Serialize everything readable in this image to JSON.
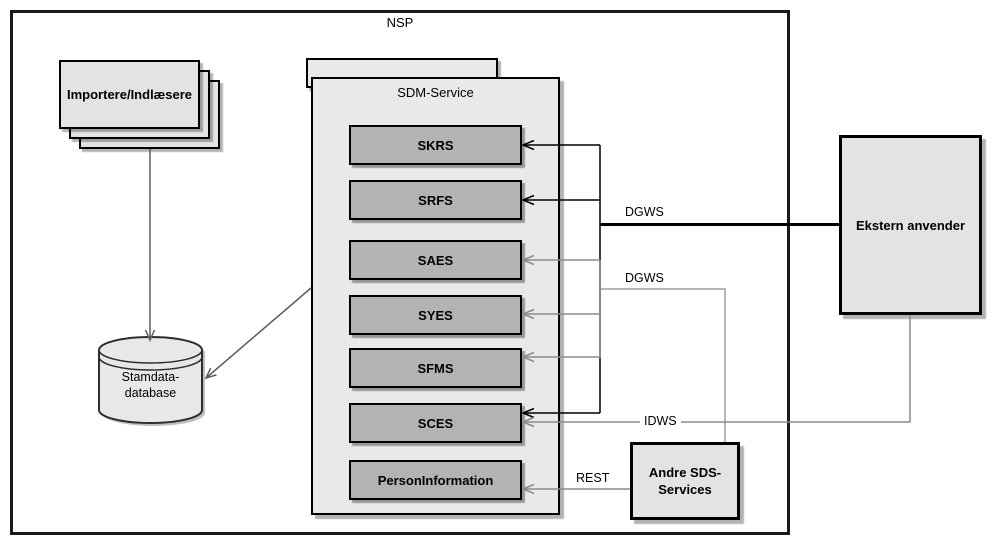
{
  "diagram": {
    "outer": {
      "label": "NSP"
    },
    "importers": {
      "label": "Importere/Indlæsere"
    },
    "database": {
      "line1": "Stamdata-",
      "line2": "database"
    },
    "sdm": {
      "label": "SDM-Service",
      "services": [
        {
          "label": "SKRS"
        },
        {
          "label": "SRFS"
        },
        {
          "label": "SAES"
        },
        {
          "label": "SYES"
        },
        {
          "label": "SFMS"
        },
        {
          "label": "SCES"
        },
        {
          "label": "PersonInformation"
        }
      ]
    },
    "external": {
      "label": "Ekstern anvender"
    },
    "other_services": {
      "line1": "Andre SDS-",
      "line2": "Services"
    },
    "edges": {
      "dgws_external": "DGWS",
      "dgws_other": "DGWS",
      "idws": "IDWS",
      "rest": "REST"
    },
    "colors": {
      "service_fill": "#b3b3b3",
      "container_fill": "#e9e9e9",
      "box_fill": "#e3e3e3",
      "line_black": "#000000",
      "line_gray": "#8c8c8c",
      "line_gray_light": "#9e9e9e",
      "line_gray_dark": "#5c5c5c"
    }
  }
}
